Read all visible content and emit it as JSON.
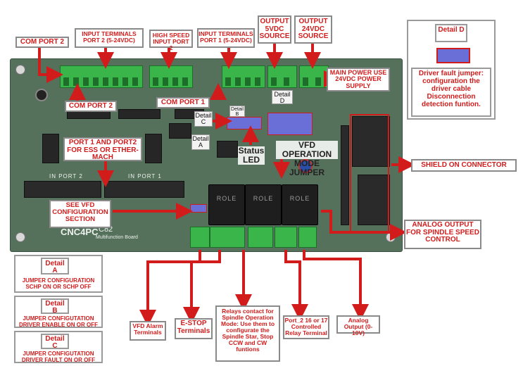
{
  "board": {
    "in_port_labels": [
      "IN PORT 2",
      "IN PORT 1"
    ],
    "relay_label": "ROLE",
    "brand": "CNC4PC",
    "model": "C82",
    "model_sub": "Multifunction Board"
  },
  "callouts": {
    "com_port_2_top": "COM PORT 2",
    "input_terminals_port2": "INPUT TERMINALS PORT 2 (5-24VDC)",
    "high_speed_input_port2": "HIGH SPEED INPUT PORT 2",
    "input_terminals_port1": "INPUT TERMINALS PORT 1 (5-24VDC)",
    "output_5vdc": "OUTPUT 5VDC SOURCE",
    "output_24vdc": "OUTPUT 24VDC SOURCE",
    "main_power": "MAIN POWER USE 24VDC POWER SUPPLY",
    "com_port_2_mid": "COM PORT 2",
    "com_port_1": "COM PORT 1",
    "port1_port2": "PORT 1 AND PORT2 FOR ESS OR ETHER-MACH",
    "see_vfd": "SEE VFD CONFIGURATION SECTION",
    "shield_on_connector": "SHIELD ON CONNECTOR",
    "analog_output_spindle": "ANALOG OUTPUT FOR SPINDLE SPEED CONTROL",
    "vfd_alarm": "VFD Alarm Terminals",
    "estop": "E-STOP Terminals",
    "relays_contact": "Relays contact for Spindle Operation Mode: Use them to configurate the Spindle Star, Stop CCW and CW funtions",
    "port2_controlled": "Port_2 16 or 17 Controlled Relay Terminal",
    "analog_output": "Analog Output (0-10V)"
  },
  "on_board": {
    "detail_a": "Detail A",
    "detail_b": "Detail B",
    "detail_c": "Detail C",
    "detail_d": "Detail D",
    "status_led": "Status LED",
    "vfd_operation": "VFD OPERATION MODE JUMPER"
  },
  "detail_boxes": {
    "d_title": "Detail D",
    "d_text": "Driver fault jumper: configuration the driver cable Disconnection detection funtion.",
    "a_title": "Detail A",
    "a_text": "JUMPER CONFIGURATION SCHP ON OR SCHP OFF",
    "b_title": "Detail B",
    "b_text": "JUMPER CONFIGUTATION DRIVER ENABLE ON OR OFF",
    "c_title": "Detail C",
    "c_text": "JUMPER CONFIGUTATION DRIVER FAULT ON OR OFF"
  },
  "colors": {
    "arrow_red": "#d21c1c",
    "board_green": "#55715c",
    "terminal_green": "#39b54a",
    "label_border": "#8a8a8a"
  }
}
